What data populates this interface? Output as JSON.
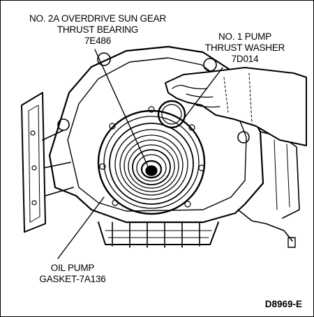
{
  "labels": {
    "sun_gear_bearing": [
      "NO. 2A OVERDRIVE SUN GEAR",
      "THRUST BEARING",
      "7E486"
    ],
    "pump_thrust_washer": [
      "NO. 1 PUMP",
      "THRUST WASHER",
      "7D014"
    ],
    "oil_pump_gasket": [
      "OIL PUMP",
      "GASKET-7A136"
    ]
  },
  "figure_code": "D8969-E"
}
